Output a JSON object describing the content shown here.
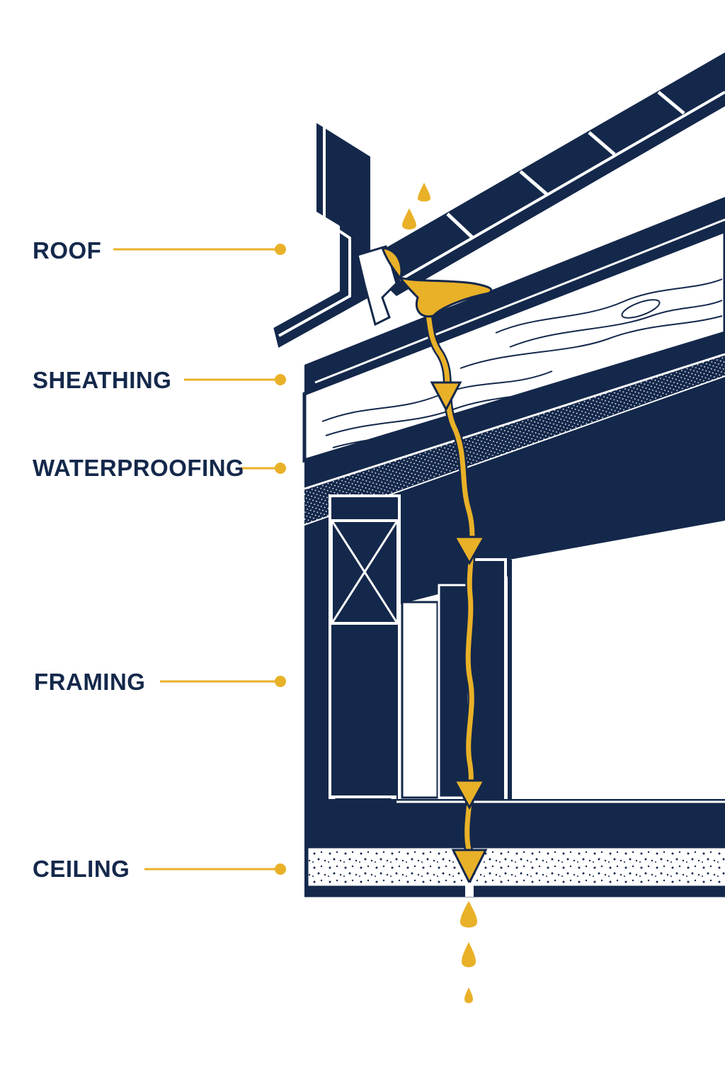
{
  "labels": [
    {
      "id": "roof",
      "text": "ROOF"
    },
    {
      "id": "sheathing",
      "text": "SHEATHING"
    },
    {
      "id": "waterproofing",
      "text": "WATERPROOFING"
    },
    {
      "id": "framing",
      "text": "FRAMING"
    },
    {
      "id": "ceiling",
      "text": "CEILING"
    }
  ],
  "colors": {
    "navy": "#14284b",
    "gold": "#e9b128",
    "white": "#ffffff"
  }
}
